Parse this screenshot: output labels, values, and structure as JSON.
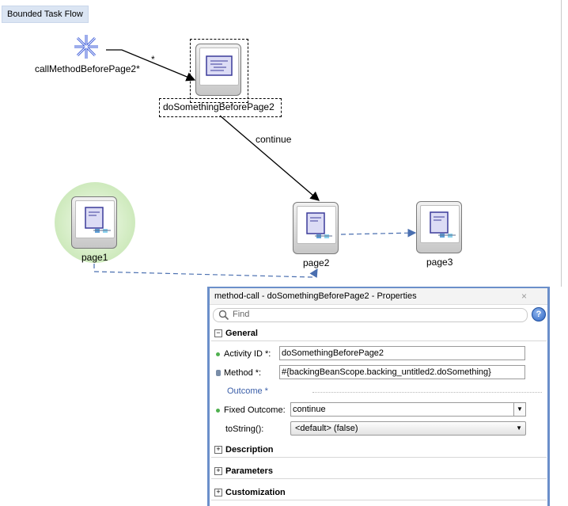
{
  "tab": {
    "label": "Bounded Task Flow"
  },
  "diagram": {
    "start_label": "callMethodBeforePage2*",
    "method_call_label": "doSomethingBeforePage2",
    "page1_label": "page1",
    "page2_label": "page2",
    "page3_label": "page3",
    "wildcard_edge_label": "*",
    "continue_edge_label": "continue",
    "colors": {
      "halo": "#c8e7b5",
      "dashed_edge": "#4a6fb0",
      "icon_blue": "#3b5bd9"
    }
  },
  "properties": {
    "title": "method-call - doSomethingBeforePage2 - Properties",
    "close_glyph": "×",
    "find_placeholder": "Find",
    "help_glyph": "?",
    "sections": {
      "general": "General",
      "description": "Description",
      "parameters": "Parameters",
      "customization": "Customization"
    },
    "toggle_expanded": "−",
    "toggle_collapsed": "+",
    "fields": {
      "activity_id_label": "Activity ID *:",
      "activity_id_value": "doSomethingBeforePage2",
      "method_label": "Method *:",
      "method_value": "#{backingBeanScope.backing_untitled2.doSomething}",
      "outcome_group": "Outcome *",
      "fixed_outcome_label": "Fixed Outcome:",
      "fixed_outcome_value": "continue",
      "tostring_label": "toString():",
      "tostring_value": "<default> (false)"
    }
  }
}
